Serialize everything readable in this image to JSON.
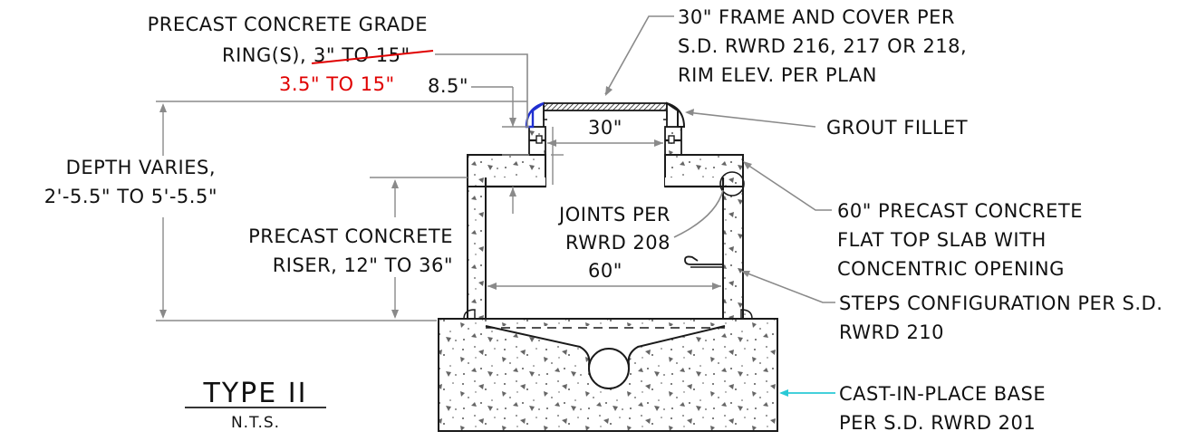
{
  "labels": {
    "grade_ring_line1": "PRECAST CONCRETE GRADE",
    "grade_ring_line2_prefix": "RING(S),",
    "grade_ring_struck": "3\" TO 15\"",
    "grade_ring_revised": "3.5\" TO 15\"",
    "grade_ring_value": "8.5\"",
    "frame_line1": "30\" FRAME AND COVER PER",
    "frame_line2": "S.D. RWRD 216, 217 OR 218,",
    "frame_line3": "RIM ELEV. PER PLAN",
    "grout": "GROUT FILLET",
    "opening_dim": "30\"",
    "depth_line1": "DEPTH VARIES,",
    "depth_line2": "2'-5.5\" TO 5'-5.5\"",
    "joints_line1": "JOINTS PER",
    "joints_line2": "RWRD 208",
    "riser_line1": "PRECAST CONCRETE",
    "riser_line2": "RISER, 12\" TO 36\"",
    "riser_dim": "60\"",
    "slab_line1": "60\" PRECAST CONCRETE",
    "slab_line2": "FLAT TOP SLAB WITH",
    "slab_line3": "CONCENTRIC OPENING",
    "steps_line1": "STEPS CONFIGURATION PER S.D.",
    "steps_line2": "RWRD 210",
    "base_line1": "CAST-IN-PLACE BASE",
    "base_line2": "PER S.D. RWRD 201",
    "type": "TYPE II",
    "scale": "N.T.S."
  },
  "colors": {
    "revision_red": "#e00000",
    "grout_blue": "#1f2fd0",
    "base_leader_cyan": "#29c9d6",
    "leader_gray": "#8a8a8a"
  }
}
